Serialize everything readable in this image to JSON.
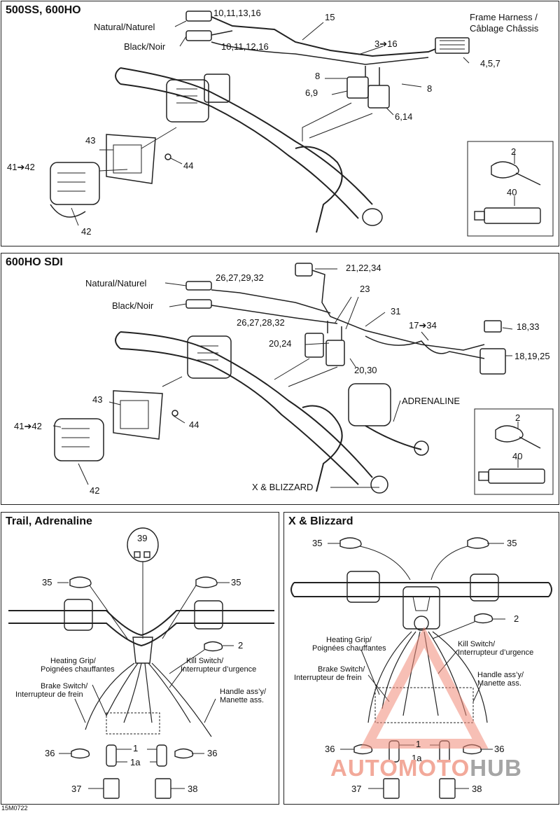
{
  "panels": {
    "p1": {
      "title": "500SS, 600HO",
      "labels": {
        "natural": "Natural/Naturel",
        "black": "Black/Noir",
        "ref_natural": "10,11,13,16",
        "ref_black": "10,11,12,16",
        "ref_15": "15",
        "frame_harness": "Frame Harness /",
        "frame_harness_fr": "Câblage Châssis",
        "ref_3_16": "3➔16",
        "ref_4_5_7": "4,5,7",
        "ref_8a": "8",
        "ref_8b": "8",
        "ref_6_9": "6,9",
        "ref_6_14": "6,14",
        "ref_43": "43",
        "ref_44": "44",
        "ref_41_42": "41➔42",
        "ref_42": "42",
        "ref_2": "2",
        "ref_40": "40"
      }
    },
    "p2": {
      "title": "600HO SDI",
      "labels": {
        "natural": "Natural/Naturel",
        "black": "Black/Noir",
        "ref_natural": "26,27,29,32",
        "ref_black": "26,27,28,32",
        "ref_21": "21,22,34",
        "ref_23": "23",
        "ref_31": "31",
        "ref_17_34": "17➔34",
        "ref_18_33": "18,33",
        "ref_18_19_25": "18,19,25",
        "ref_20_24": "20,24",
        "ref_20_30": "20,30",
        "adrenaline": "ADRENALINE",
        "ref_43": "43",
        "ref_44": "44",
        "ref_41_42": "41➔42",
        "ref_42": "42",
        "x_blizzard": "X & BLIZZARD",
        "ref_2": "2",
        "ref_40": "40"
      }
    },
    "p3": {
      "title": "Trail, Adrenaline",
      "labels": {
        "ref_39": "39",
        "ref_35a": "35",
        "ref_35b": "35",
        "ref_2": "2",
        "heating": "Heating Grip/",
        "heating_fr": "Poignées chauffantes",
        "kill": "Kill Switch/",
        "kill_fr": "Interrupteur d’urgence",
        "brake": "Brake Switch/",
        "brake_fr": "Interrupteur de frein",
        "handle": "Handle ass’y/",
        "handle_fr": "Manette ass.",
        "ref_36a": "36",
        "ref_36b": "36",
        "ref_1": "1",
        "ref_1a": "1a",
        "ref_37": "37",
        "ref_38": "38"
      }
    },
    "p4": {
      "title": "X & Blizzard",
      "labels": {
        "ref_35a": "35",
        "ref_35b": "35",
        "ref_2": "2",
        "heating": "Heating Grip/",
        "heating_fr": "Poignées chauffantes",
        "kill": "Kill Switch/",
        "kill_fr": "Interrupteur d’urgence",
        "brake": "Brake Switch/",
        "brake_fr": "Interrupteur de frein",
        "handle": "Handle ass’y/",
        "handle_fr": "Manette ass.",
        "ref_36a": "36",
        "ref_36b": "36",
        "ref_1": "1",
        "ref_1a": "1a",
        "ref_37": "37",
        "ref_38": "38"
      }
    }
  },
  "doc_code": "15M0722",
  "watermark": {
    "part1": "AUTOMOTO",
    "part2": "HUB",
    "color1": "#f2a99a",
    "color2": "#a5a5a5"
  }
}
